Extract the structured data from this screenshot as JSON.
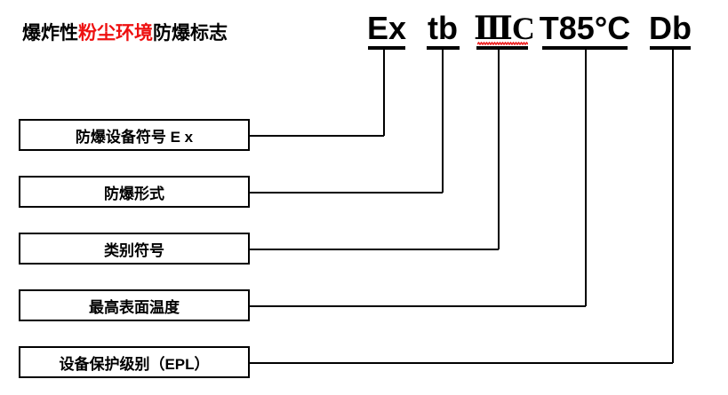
{
  "title": {
    "full_text": "爆炸性粉尘环境防爆标志",
    "segments": [
      {
        "text": "爆炸性",
        "color": "#000000"
      },
      {
        "text": "粉尘环境",
        "color": "#ee1111"
      },
      {
        "text": "防爆标志",
        "color": "#000000"
      }
    ]
  },
  "marking": {
    "full_code": "Ex tb ⅢC T85°C Db",
    "segments": [
      {
        "id": "ex",
        "text": "Ex",
        "underline": "solid"
      },
      {
        "id": "tb",
        "text": "tb",
        "underline": "solid"
      },
      {
        "id": "iiic",
        "text": "ⅢC",
        "underline": "solid-plus-red-wavy"
      },
      {
        "id": "t85",
        "text": "T85°C",
        "underline": "solid"
      },
      {
        "id": "db",
        "text": "Db",
        "underline": "solid"
      }
    ]
  },
  "callouts": [
    {
      "id": "callout-1",
      "label": "防爆设备符号 E x",
      "target": "ex"
    },
    {
      "id": "callout-2",
      "label": "防爆形式",
      "target": "tb"
    },
    {
      "id": "callout-3",
      "label": "类别符号",
      "target": "iiic"
    },
    {
      "id": "callout-4",
      "label": "最高表面温度",
      "target": "t85"
    },
    {
      "id": "callout-5",
      "label": "设备保护级别（EPL）",
      "target": "db"
    }
  ],
  "colors": {
    "ink": "#000000",
    "accent_red": "#ee1111",
    "spellcheck_red": "#ee2222",
    "background": "#ffffff"
  }
}
